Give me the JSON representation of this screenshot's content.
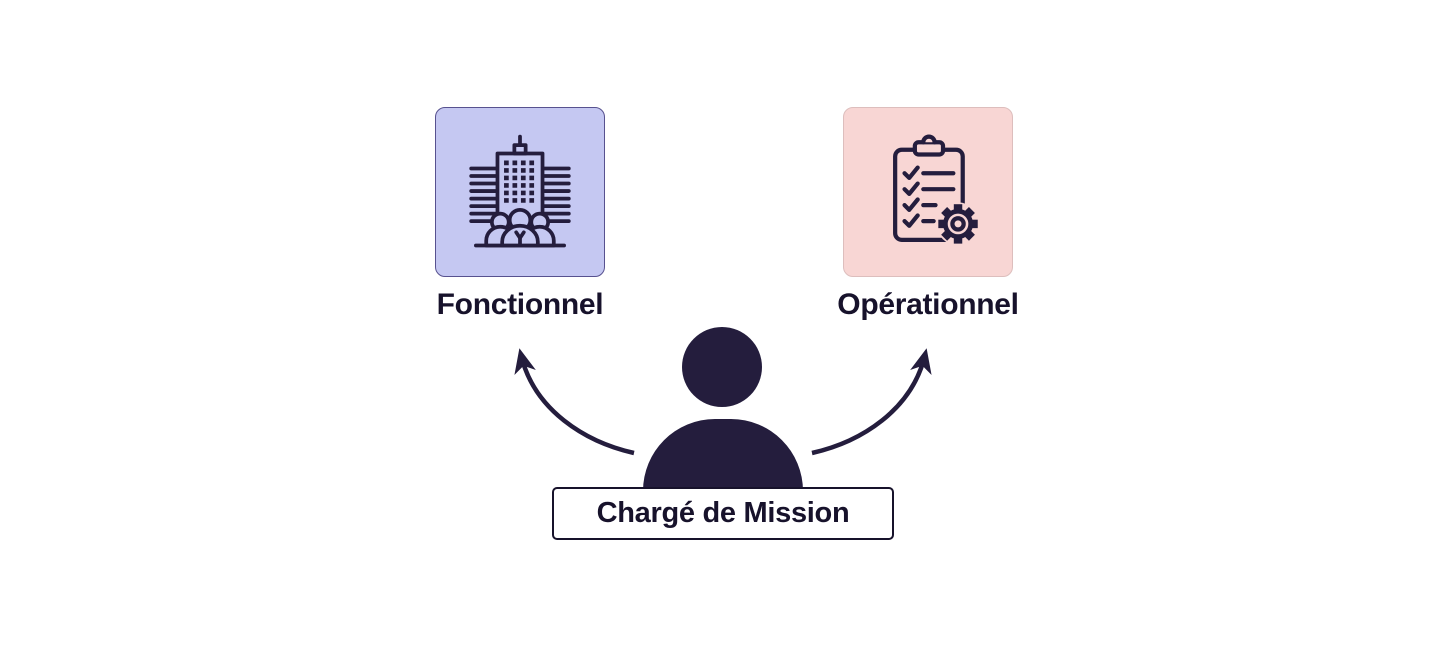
{
  "diagram": {
    "nodes": [
      {
        "id": "fonctionnel",
        "label": "Fonctionnel",
        "icon": "building-with-people-icon",
        "box_color": "#c5c8f2"
      },
      {
        "id": "operationnel",
        "label": "Opérationnel",
        "icon": "clipboard-checklist-gear-icon",
        "box_color": "#f8d6d4"
      }
    ],
    "person": {
      "label": "Chargé de Mission",
      "icon": "person-silhouette"
    },
    "colors": {
      "ink": "#241d3d",
      "text": "#17122b",
      "background": "#ffffff",
      "left_box": "#c5c8f2",
      "right_box": "#f8d6d4"
    }
  }
}
